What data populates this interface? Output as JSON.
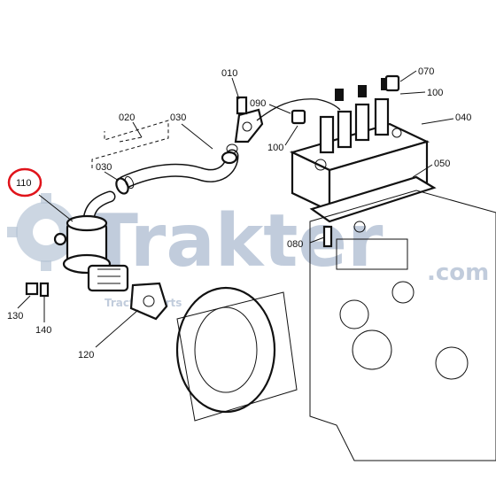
{
  "diagram": {
    "callouts": [
      {
        "id": "c010",
        "label": "010"
      },
      {
        "id": "c020",
        "label": "020"
      },
      {
        "id": "c030a",
        "label": "030"
      },
      {
        "id": "c030b",
        "label": "030"
      },
      {
        "id": "c040",
        "label": "040"
      },
      {
        "id": "c050",
        "label": "050"
      },
      {
        "id": "c070",
        "label": "070"
      },
      {
        "id": "c080",
        "label": "080"
      },
      {
        "id": "c090",
        "label": "090"
      },
      {
        "id": "c100a",
        "label": "100"
      },
      {
        "id": "c100b",
        "label": "100"
      },
      {
        "id": "c110",
        "label": "110"
      },
      {
        "id": "c120",
        "label": "120"
      },
      {
        "id": "c130",
        "label": "130"
      },
      {
        "id": "c140",
        "label": "140"
      }
    ],
    "highlighted_callout": "110",
    "highlight_color": "#e0141b"
  },
  "watermark": {
    "brand": "Trakter",
    "domain": ".com",
    "tagline": "Tractor Parts",
    "color": "#b7c4d6"
  }
}
